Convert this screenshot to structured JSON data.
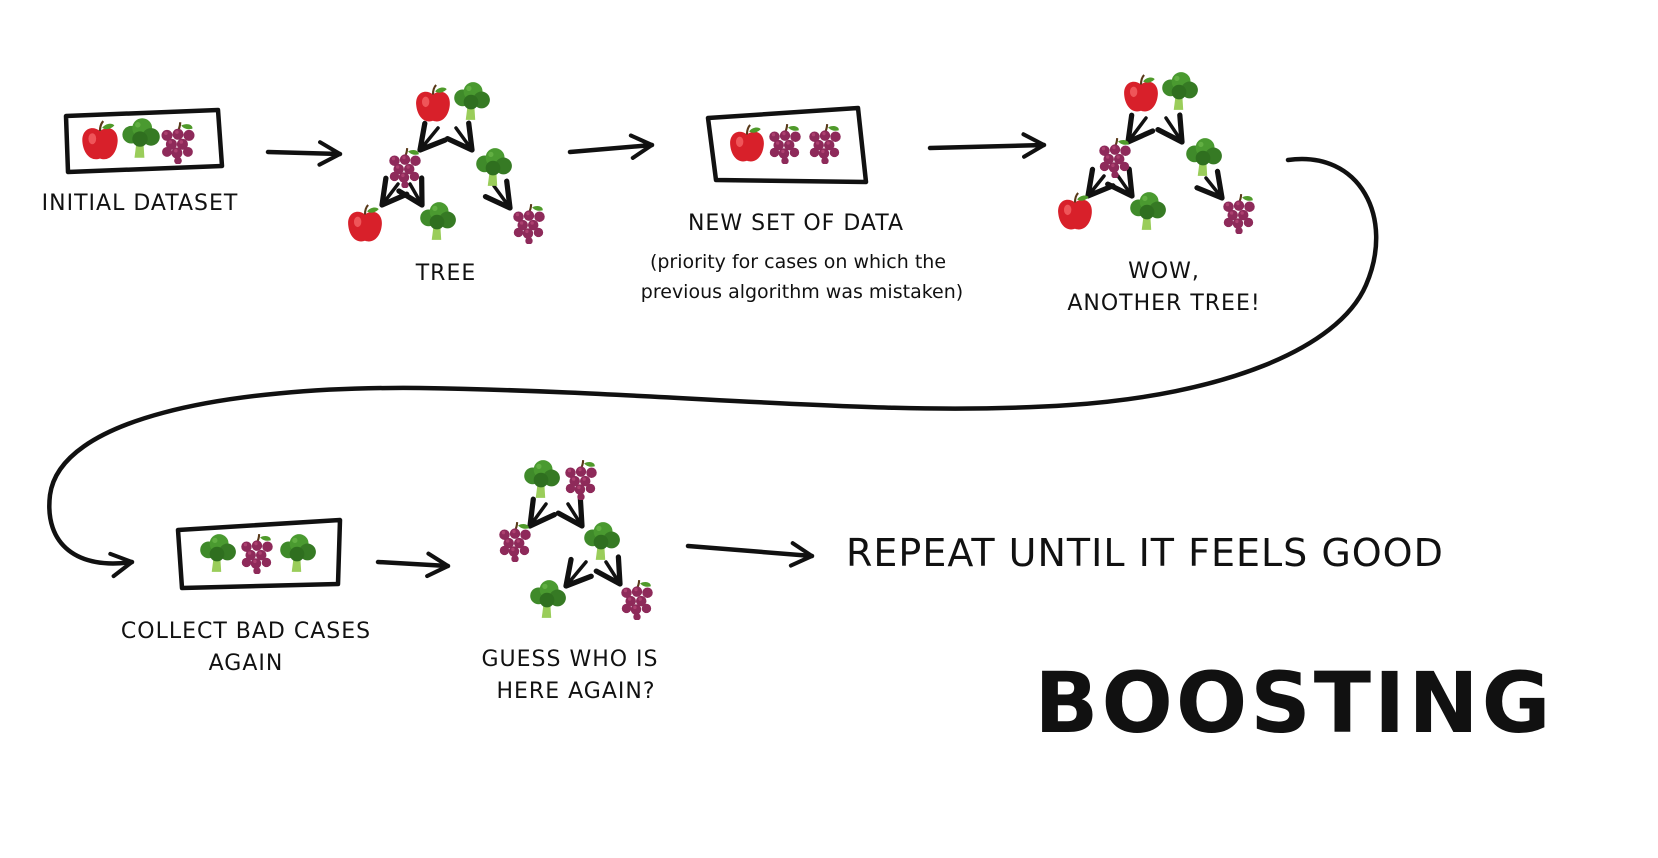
{
  "labels": {
    "initial_dataset": "INITIAL DATASET",
    "tree": "TREE",
    "new_set_of_data": "NEW SET OF DATA",
    "priority_note_line1": "(priority for cases on which the",
    "priority_note_line2": "previous algorithm was mistaken)",
    "wow_line1": "WOW,",
    "wow_line2": "ANOTHER TREE!",
    "collect_line1": "COLLECT BAD CASES",
    "collect_line2": "AGAIN",
    "guess_line1": "GUESS WHO IS",
    "guess_line2": "HERE AGAIN?",
    "repeat": "REPEAT UNTIL IT FEELS GOOD",
    "title": "BOOSTING"
  },
  "icons": {
    "apple": "apple-icon",
    "broccoli": "broccoli-icon",
    "grapes": "grapes-icon"
  },
  "colors": {
    "ink": "#111111",
    "apple": "#d8202a",
    "broccoli": "#3f8a2a",
    "grapes": "#8e2a5a"
  }
}
